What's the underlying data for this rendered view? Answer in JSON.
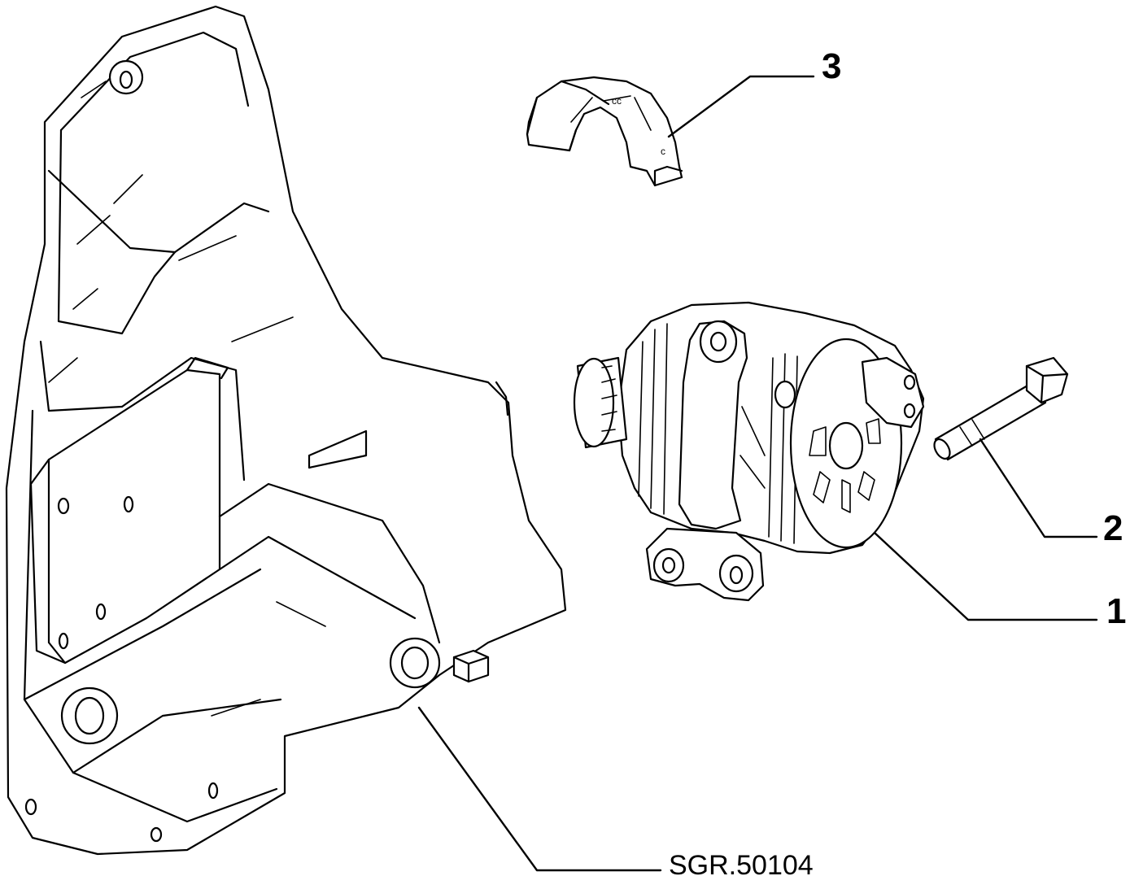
{
  "diagram": {
    "callouts": [
      {
        "id": "1",
        "label": "1"
      },
      {
        "id": "2",
        "label": "2"
      },
      {
        "id": "3",
        "label": "3"
      }
    ],
    "reference_code": "SGR.50104"
  }
}
